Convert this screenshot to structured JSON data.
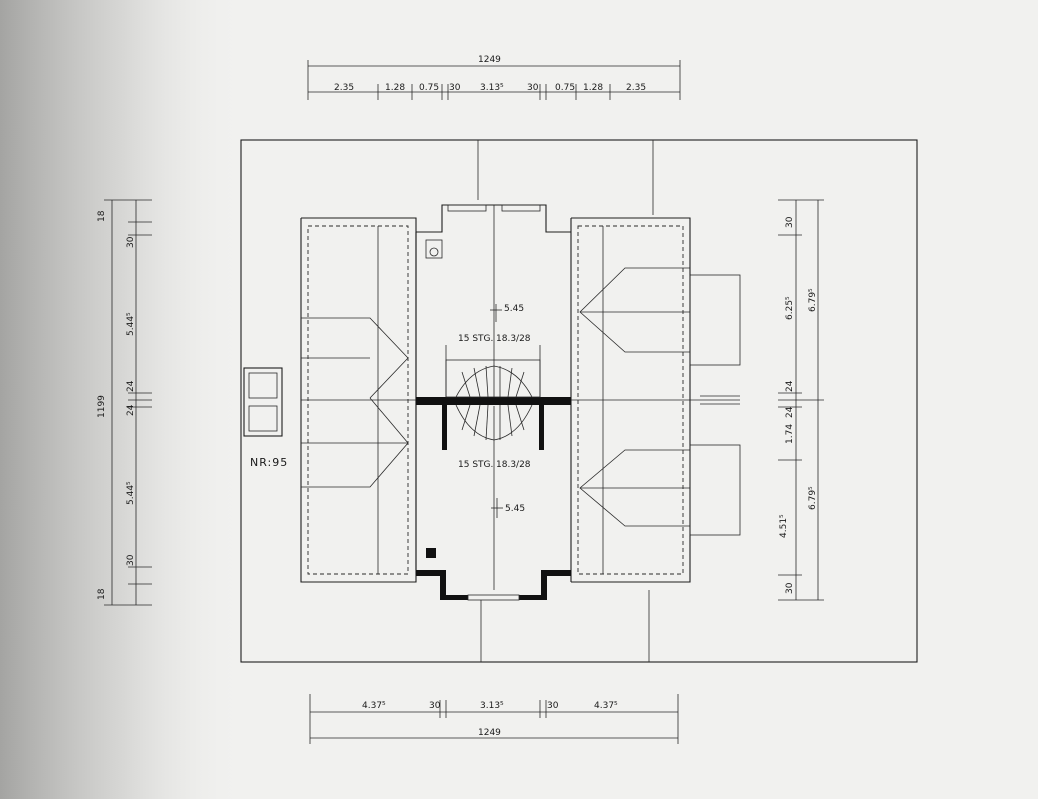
{
  "plan": {
    "label": "NR:95",
    "top_dimensions": {
      "total": "1249",
      "segments": [
        "2.35",
        "1.28",
        "0.75",
        "30",
        "3.13⁵",
        "30",
        "0.75",
        "1.28",
        "2.35"
      ]
    },
    "bottom_dimensions": {
      "total": "1249",
      "segments": [
        "4.37⁵",
        "30",
        "3.13⁵",
        "30",
        "4.37⁵"
      ]
    },
    "left_dimensions": {
      "total": "1199",
      "segments": [
        "18",
        "30",
        "5.44⁵",
        "24",
        "24",
        "5.44⁵",
        "30",
        "18"
      ]
    },
    "right_dimensions": {
      "segments": [
        "30",
        "6.25⁵",
        "24",
        "24",
        "1.74",
        "4.51⁵",
        "30"
      ],
      "totals": [
        "6.79⁵",
        "6.79⁵"
      ]
    },
    "stairs": [
      {
        "steps": "15 STG.",
        "ratio": "18.3/28",
        "level": "5.45"
      },
      {
        "steps": "15 STG.",
        "ratio": "18.3/28",
        "level": "5.45"
      }
    ]
  }
}
